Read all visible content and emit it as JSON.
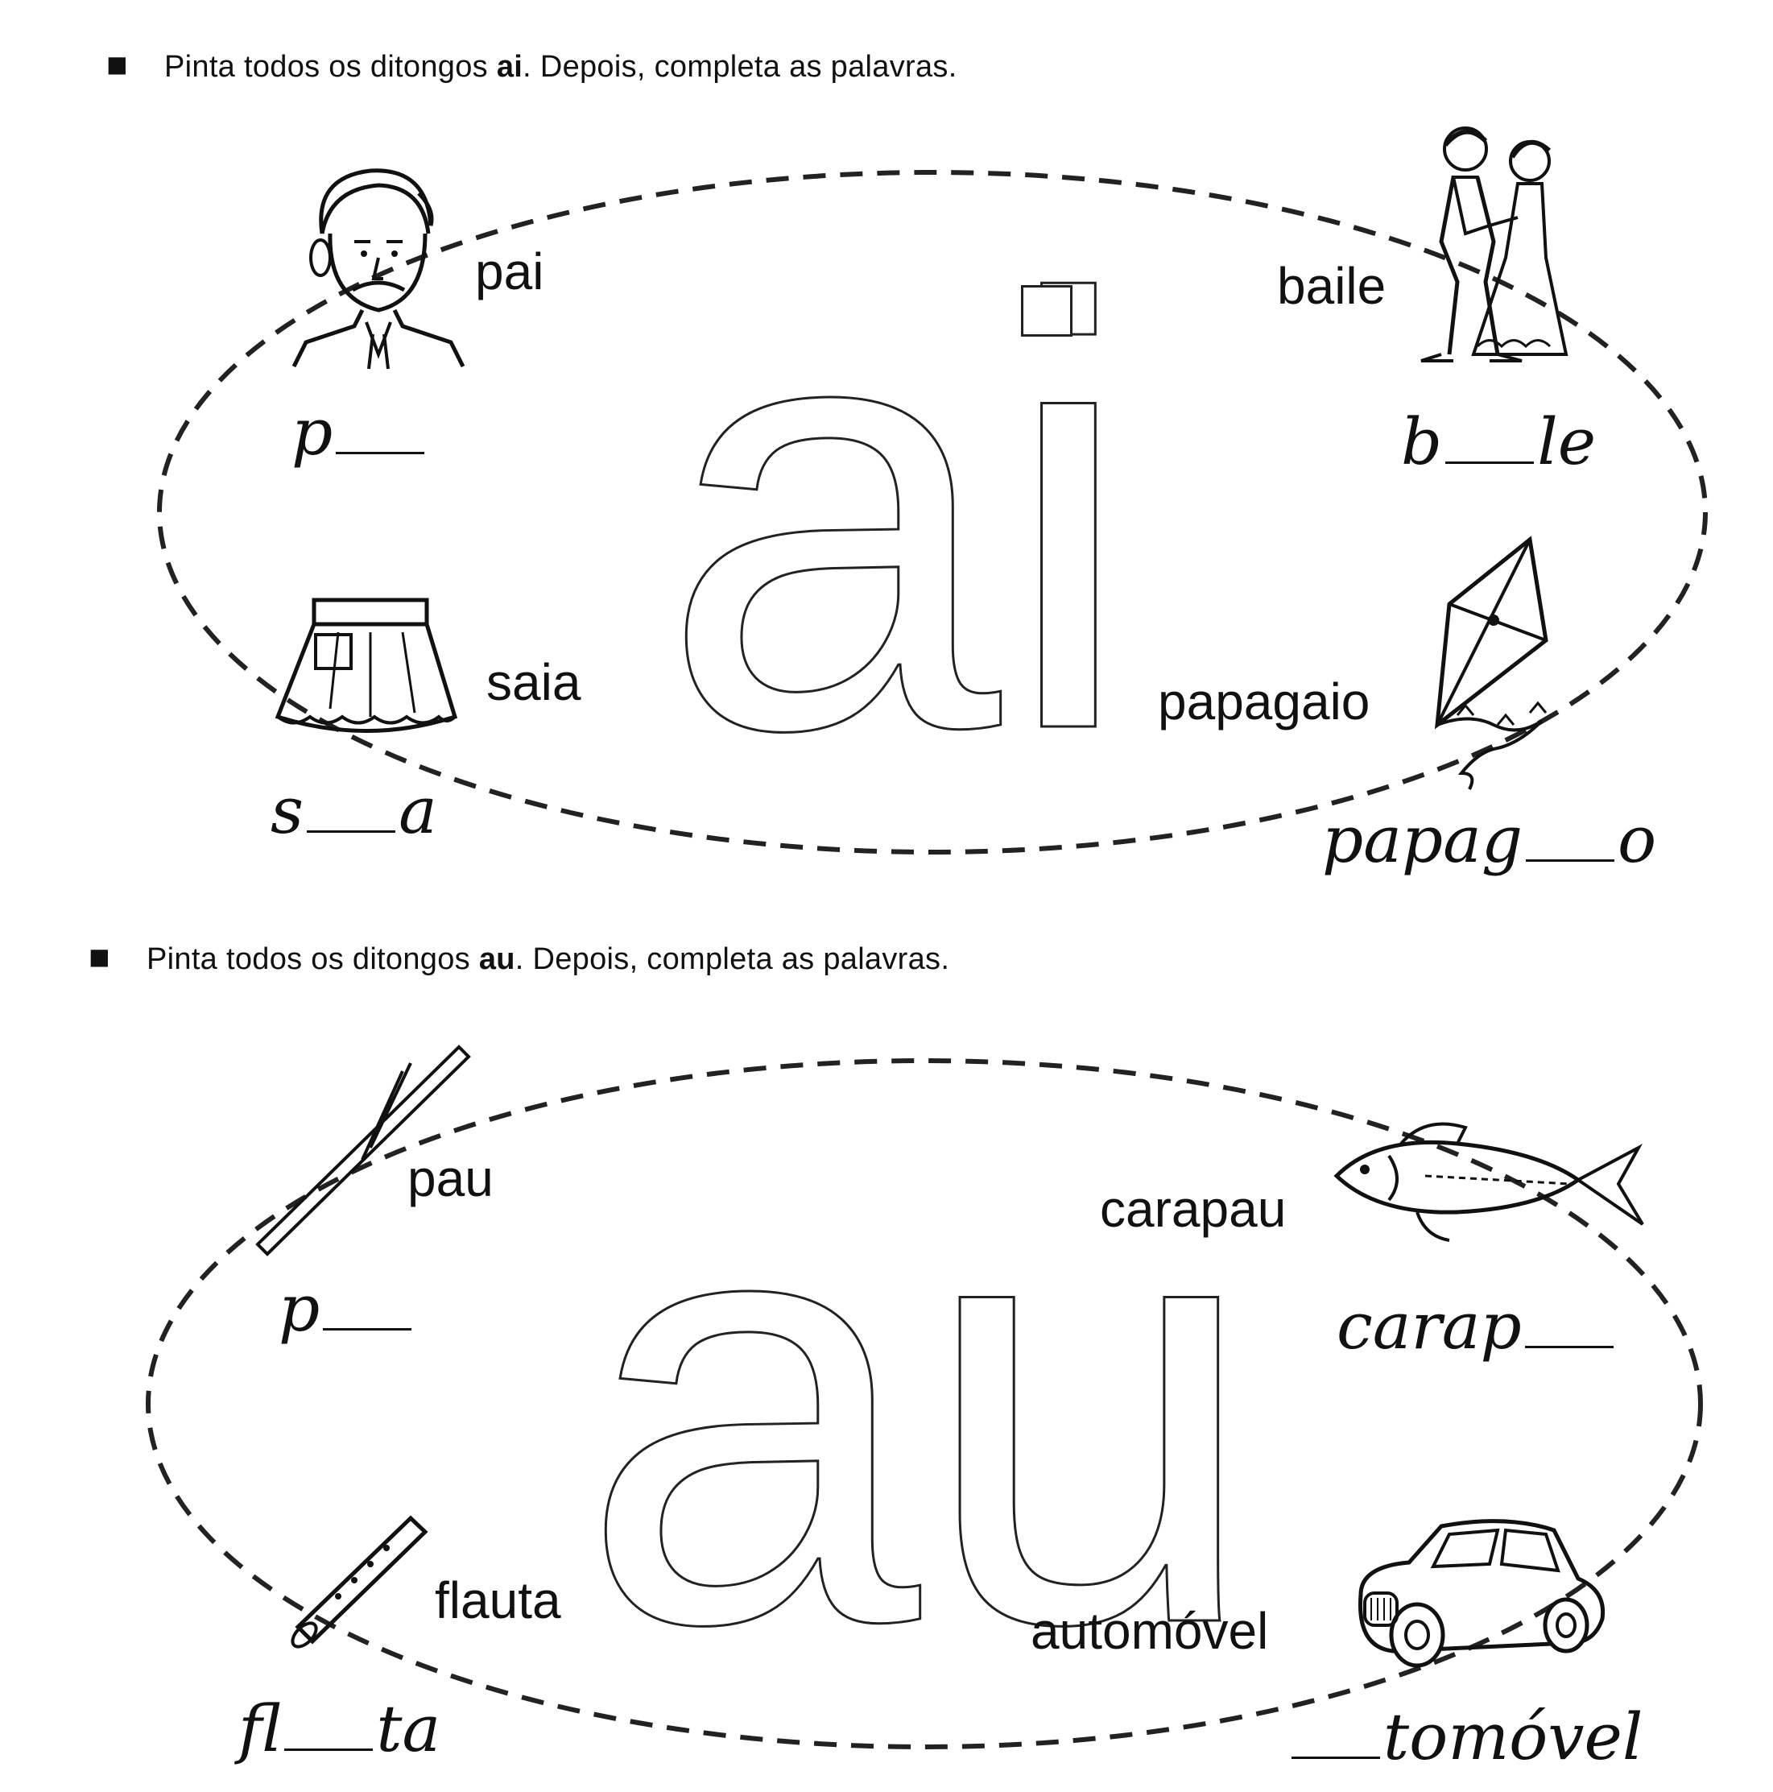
{
  "section_ai": {
    "instruction_pre": "Pinta todos os ditongos ",
    "instruction_bold": "ai",
    "instruction_post": ". Depois, completa as palavras.",
    "big_letters": "ai",
    "words": {
      "pai": "pai",
      "baile": "baile",
      "saia": "saia",
      "papagaio": "papagaio"
    },
    "cursive": {
      "pai_start": "p",
      "pai_end": "",
      "baile_start": "b",
      "baile_end": "le",
      "saia_start": "s",
      "saia_end": "a",
      "papagaio_start": "papag",
      "papagaio_end": "o"
    }
  },
  "section_au": {
    "instruction_pre": "Pinta todos os ditongos ",
    "instruction_bold": "au",
    "instruction_post": ". Depois, completa as palavras.",
    "big_letters": "au",
    "words": {
      "pau": "pau",
      "carapau": "carapau",
      "flauta": "flauta",
      "automovel": "automóvel"
    },
    "cursive": {
      "pau_start": "p",
      "pau_end": "",
      "carapau_start": "carap",
      "carapau_end": "",
      "flauta_start": "fl",
      "flauta_end": "ta",
      "automovel_start": "",
      "automovel_end": "tomóvel"
    }
  },
  "icons": [
    "father-icon",
    "dancing-couple-icon",
    "skirt-icon",
    "kite-icon",
    "stick-icon",
    "fish-icon",
    "flute-icon",
    "car-icon"
  ]
}
